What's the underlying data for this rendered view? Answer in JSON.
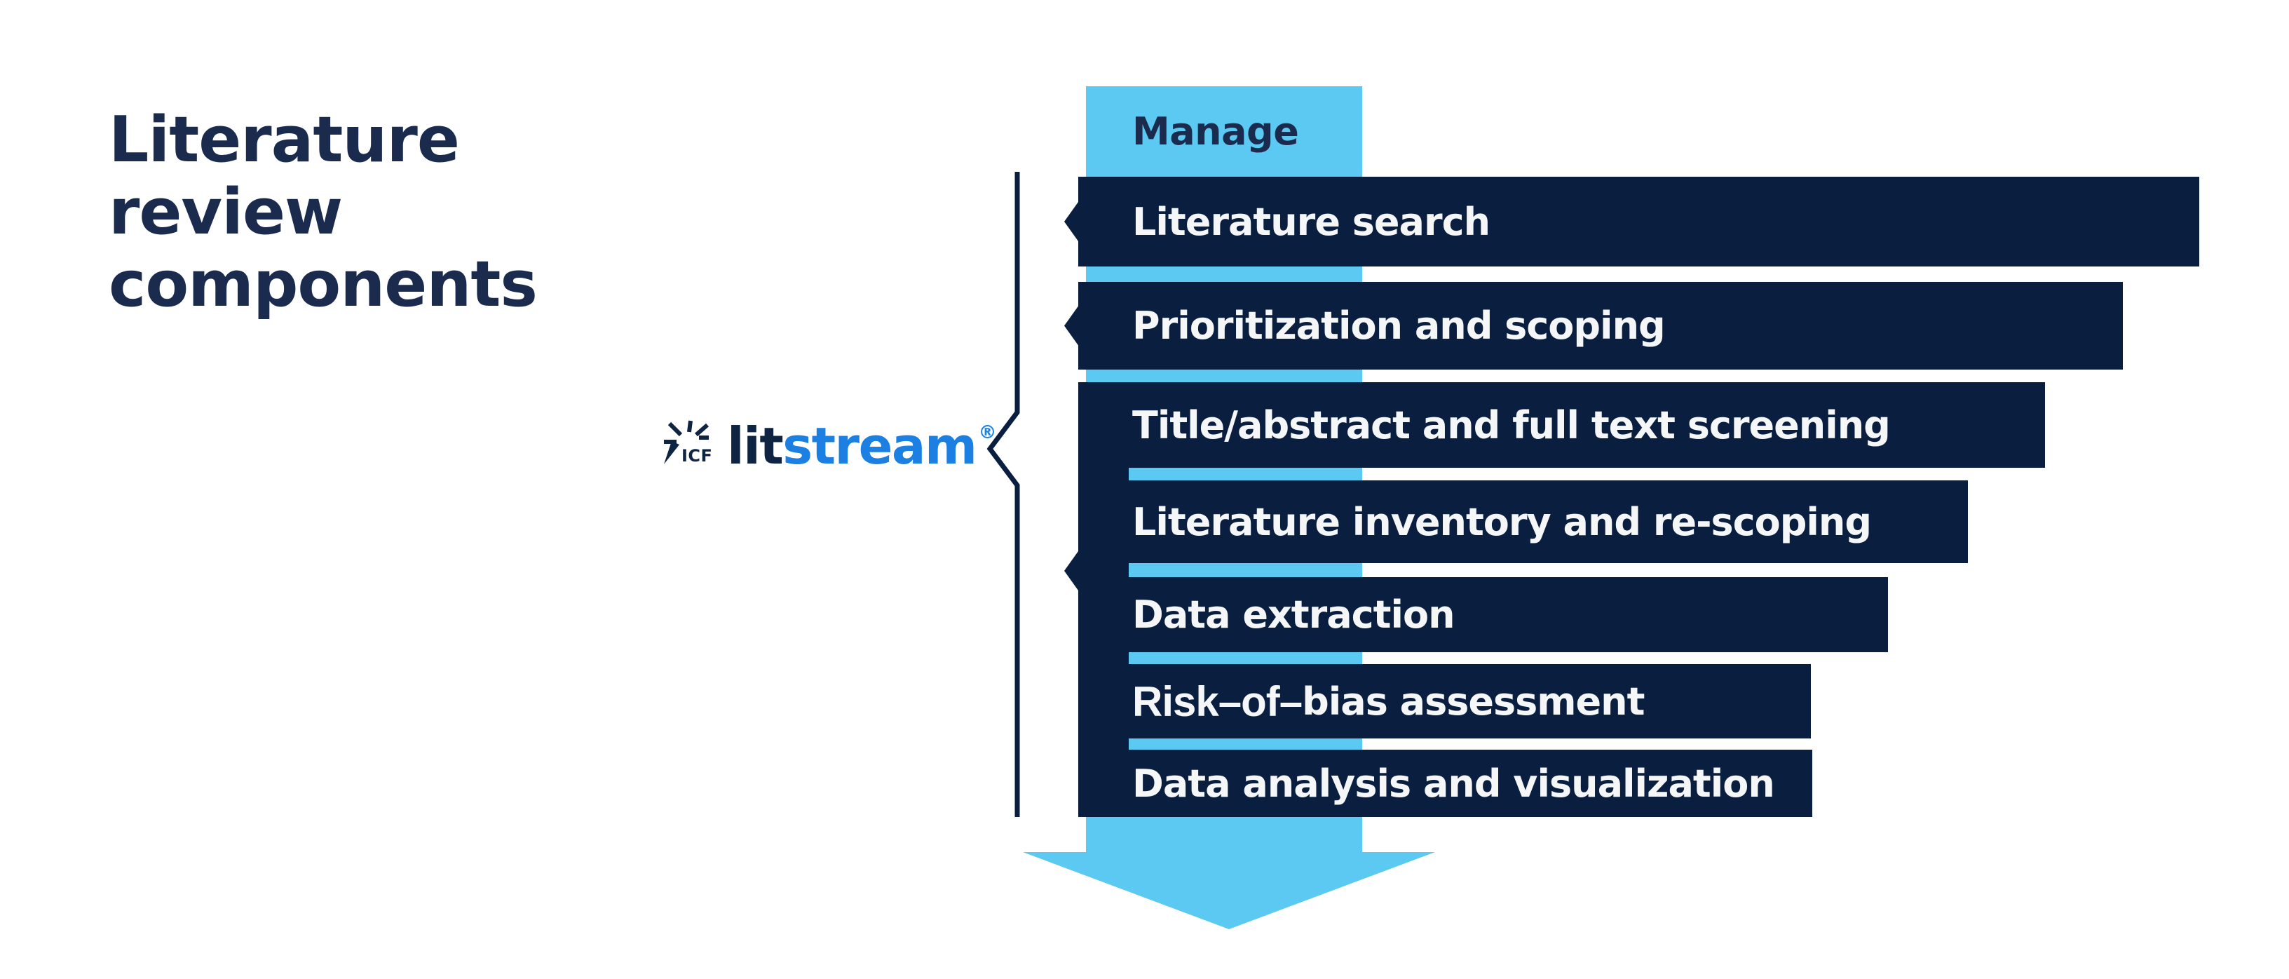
{
  "title": {
    "lines": [
      "Literature",
      "review",
      "components"
    ]
  },
  "logo": {
    "icf": "ICF",
    "lit": "lit",
    "stream": "stream",
    "registered": "®"
  },
  "arrow": {
    "label": "Manage"
  },
  "steps": [
    {
      "label": "Literature search"
    },
    {
      "label": "Prioritization and scoping"
    },
    {
      "label": "Title/abstract and full text screening"
    },
    {
      "label": "Literature inventory and re-scoping"
    },
    {
      "label": "Data extraction"
    },
    {
      "prefix": "Risk–of–",
      "label": "bias assessment"
    },
    {
      "label": "Data analysis and visualization"
    }
  ],
  "colors": {
    "navy": "#0A1E3F",
    "title_navy": "#1B2B4E",
    "light_blue": "#5BC9F2",
    "brand_blue": "#1C80E3",
    "bar_text": "#F5F6F8"
  }
}
